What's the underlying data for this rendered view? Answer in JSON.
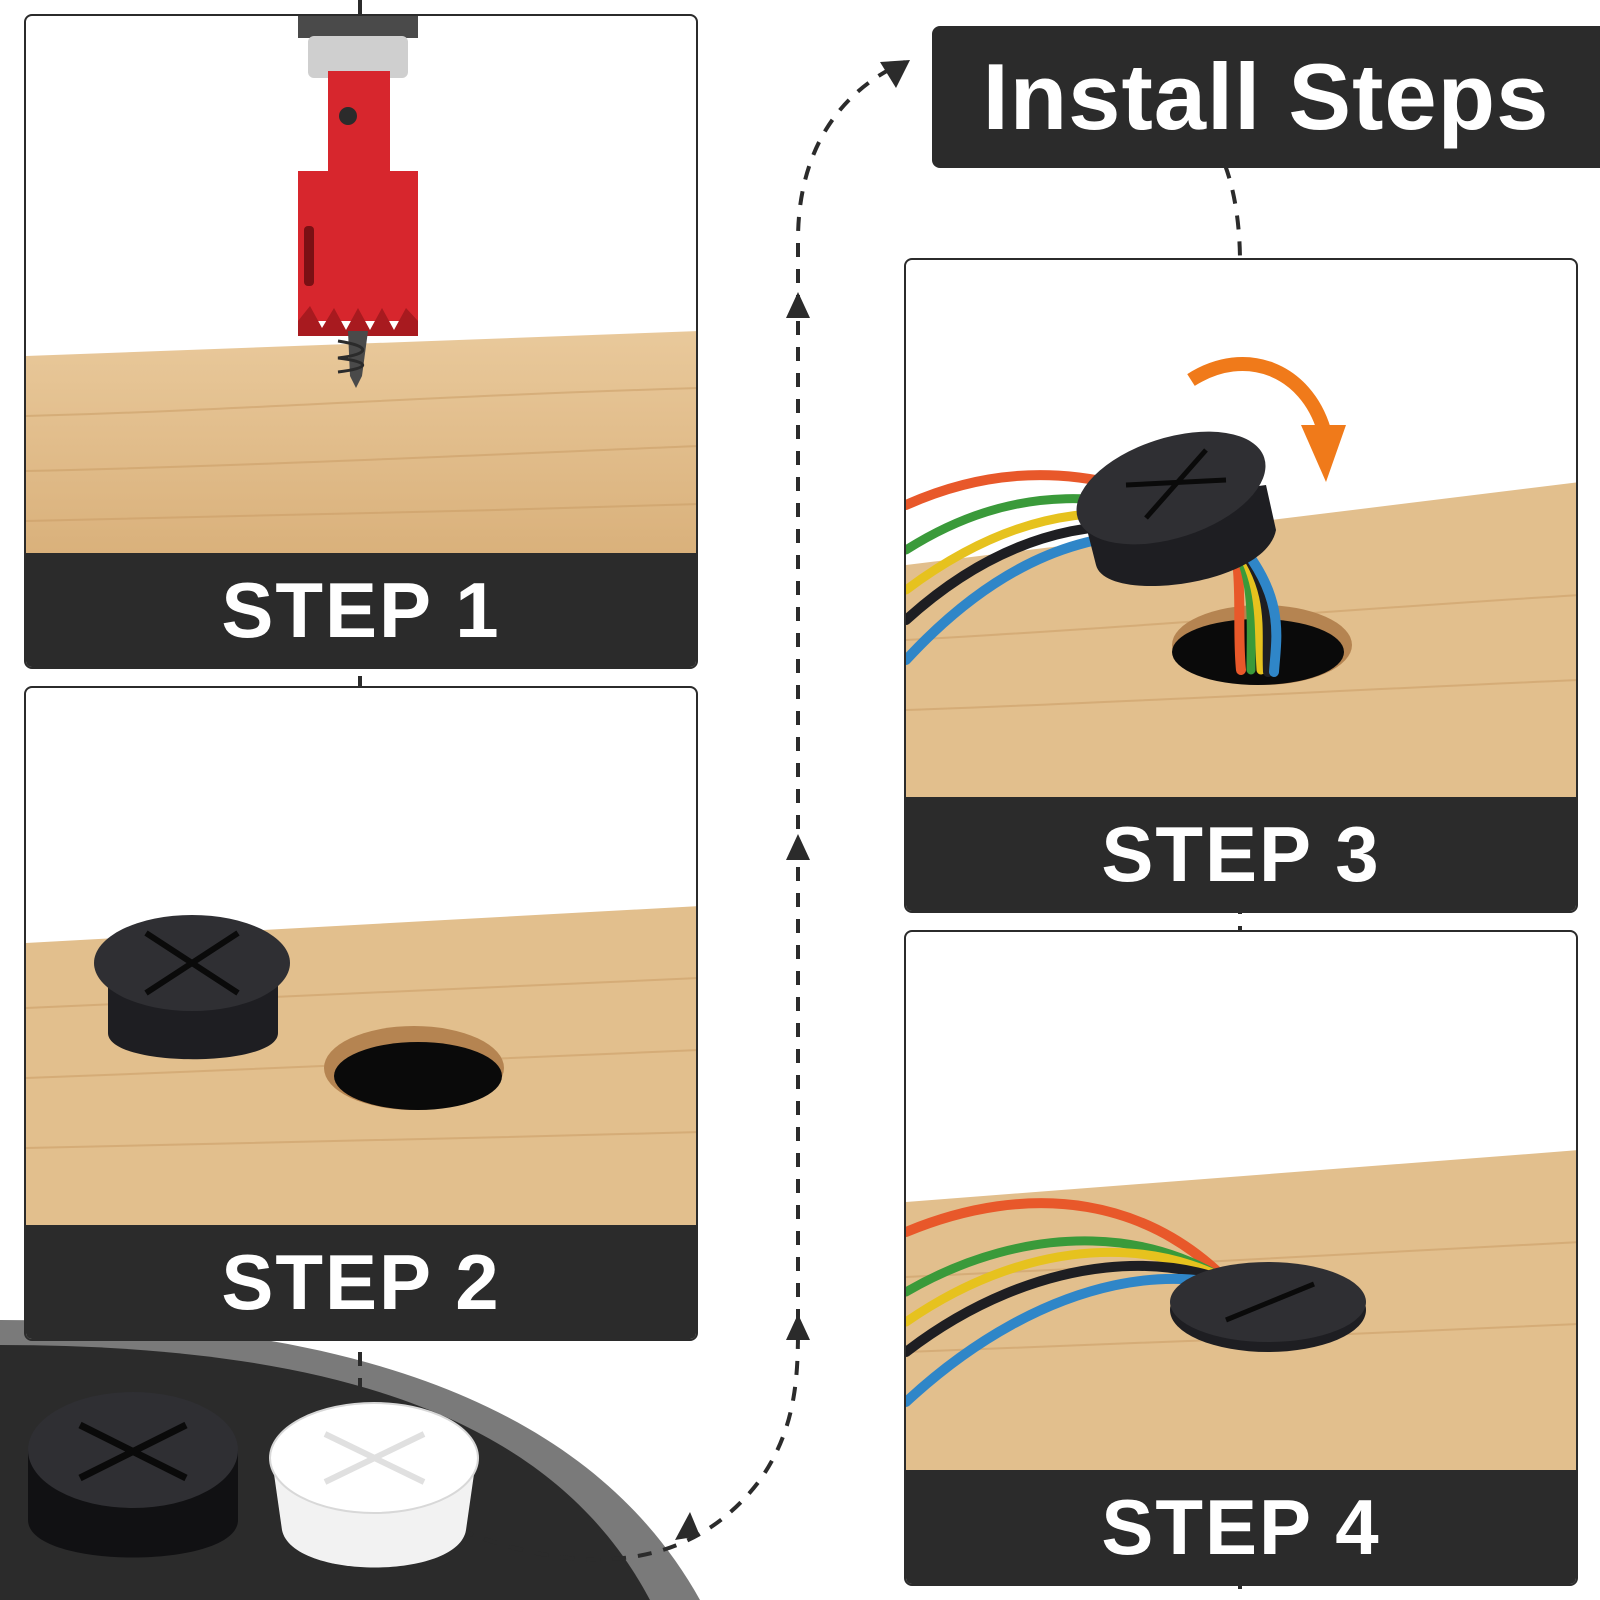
{
  "title": "Install Steps",
  "steps": [
    {
      "label": "STEP 1",
      "action": "drill-hole"
    },
    {
      "label": "STEP 2",
      "action": "insert-grommet"
    },
    {
      "label": "STEP 3",
      "action": "route-cables"
    },
    {
      "label": "STEP 4",
      "action": "press-cover-flush"
    }
  ],
  "colors": {
    "dark": "#2b2b2b",
    "wood": "#e2bf8d",
    "drill_red": "#d7262d",
    "arrow_orange": "#f07a1a",
    "cable_orange": "#e8582a",
    "cable_yellow": "#e6c21e",
    "cable_green": "#3a9a3a",
    "cable_blue": "#2f86c8",
    "cable_black": "#1e1e22"
  },
  "icons": [
    "hole-saw-drill-icon",
    "grommet-black-icon",
    "grommet-white-icon",
    "curved-arrow-icon"
  ]
}
